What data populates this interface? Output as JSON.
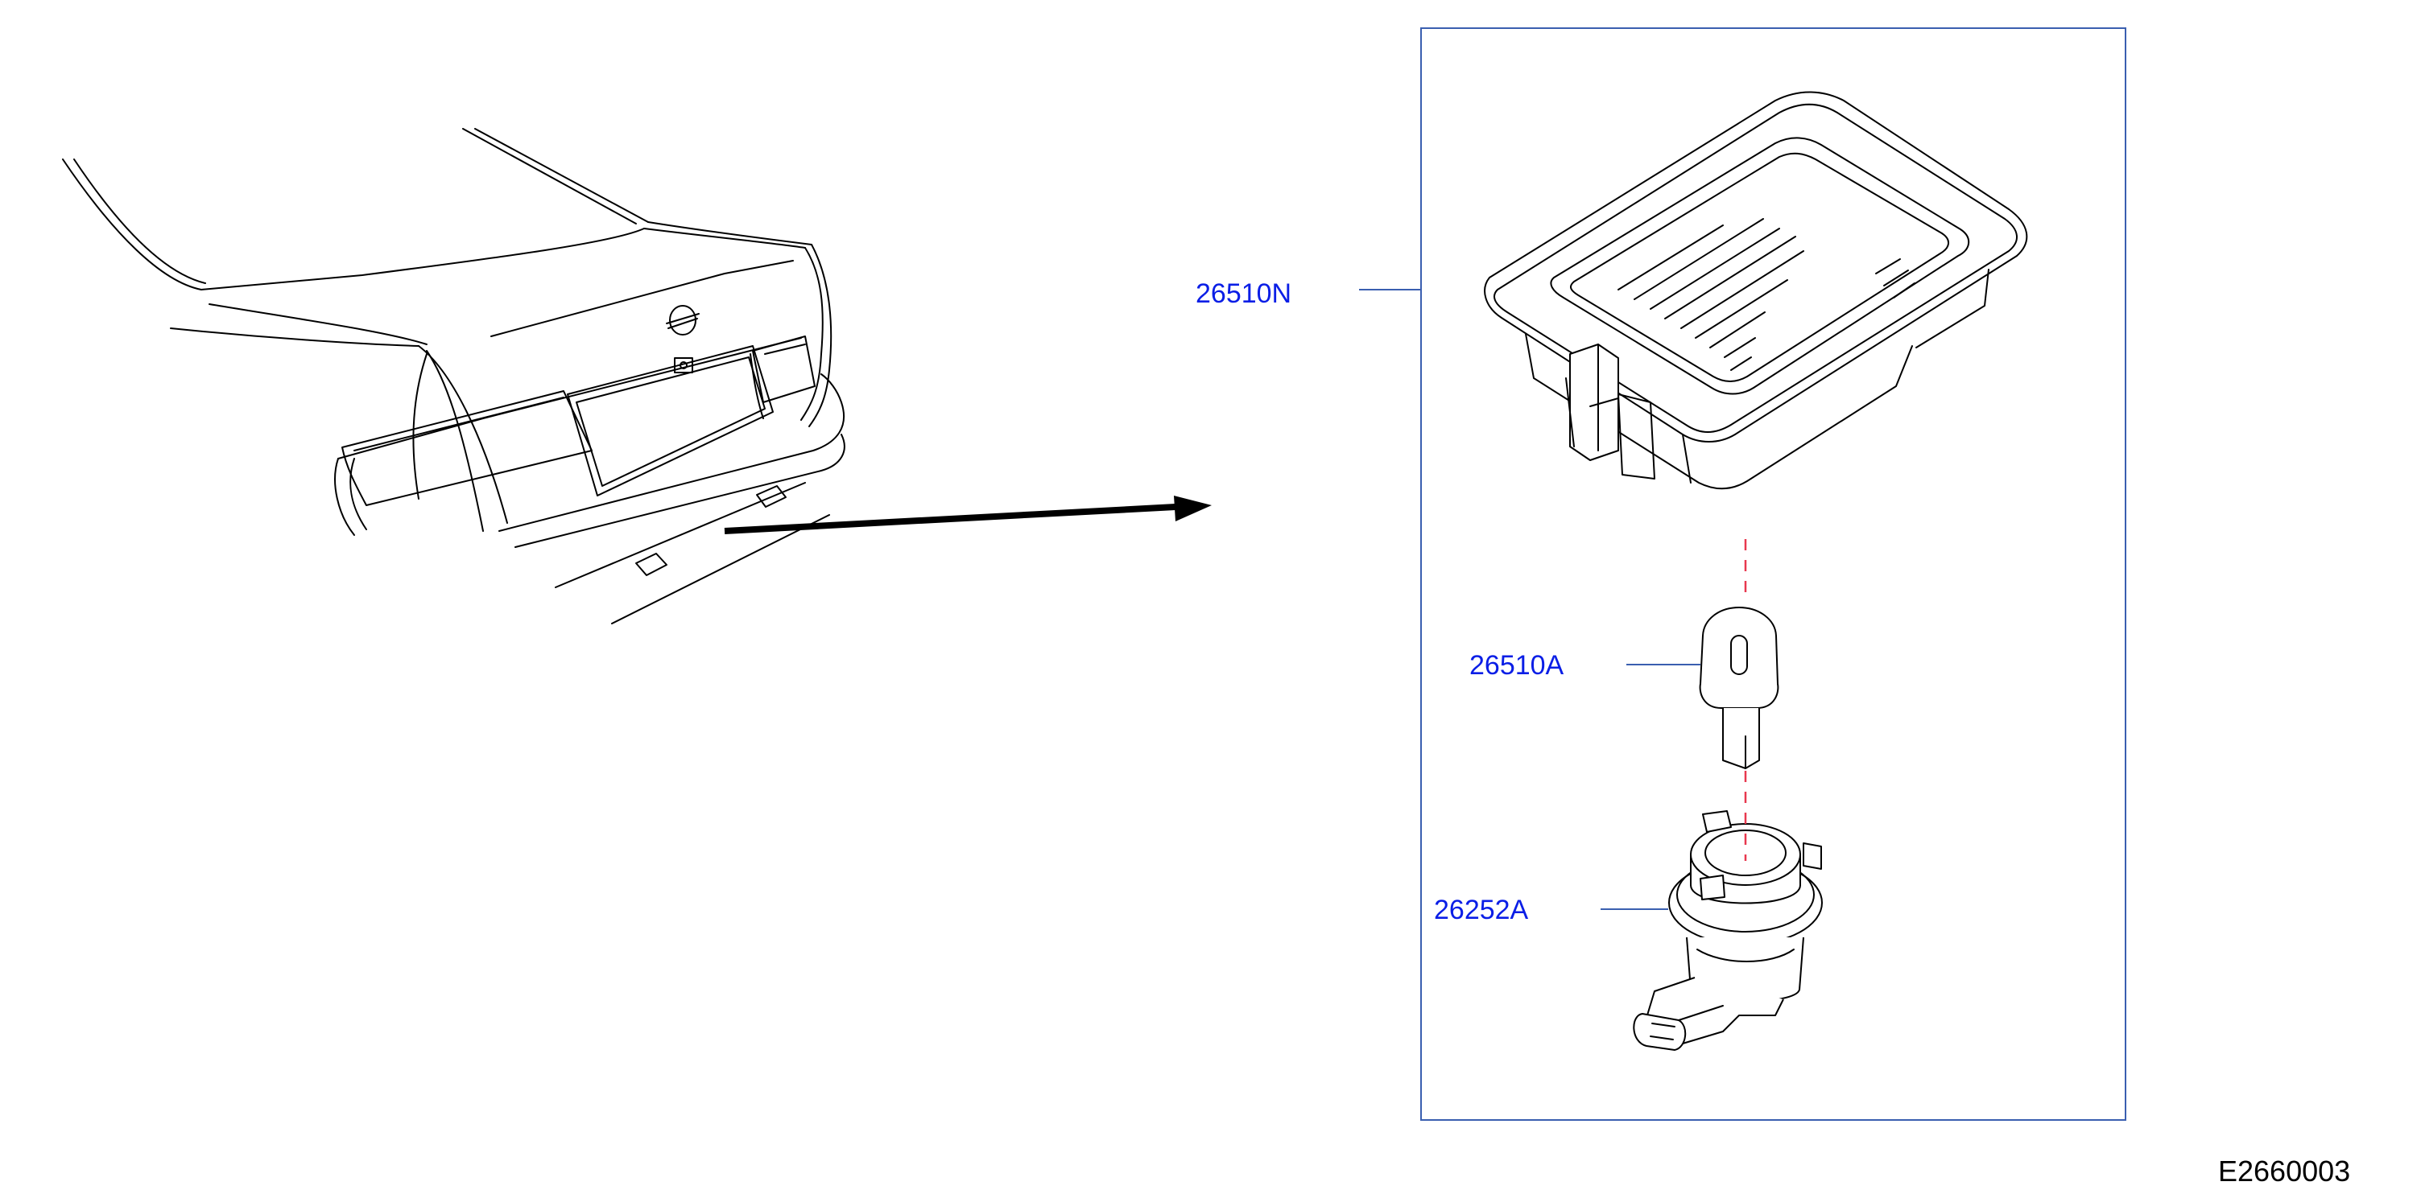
{
  "parts": [
    {
      "part_number": "26510N"
    },
    {
      "part_number": "26510A"
    },
    {
      "part_number": "26252A"
    }
  ],
  "figure_id": "E2660003",
  "colors": {
    "callout_text": "#0a1ee6",
    "leader_and_frame": "#3a5fb0",
    "assembly_dashes": "#e8384f",
    "line_art": "#000000"
  }
}
